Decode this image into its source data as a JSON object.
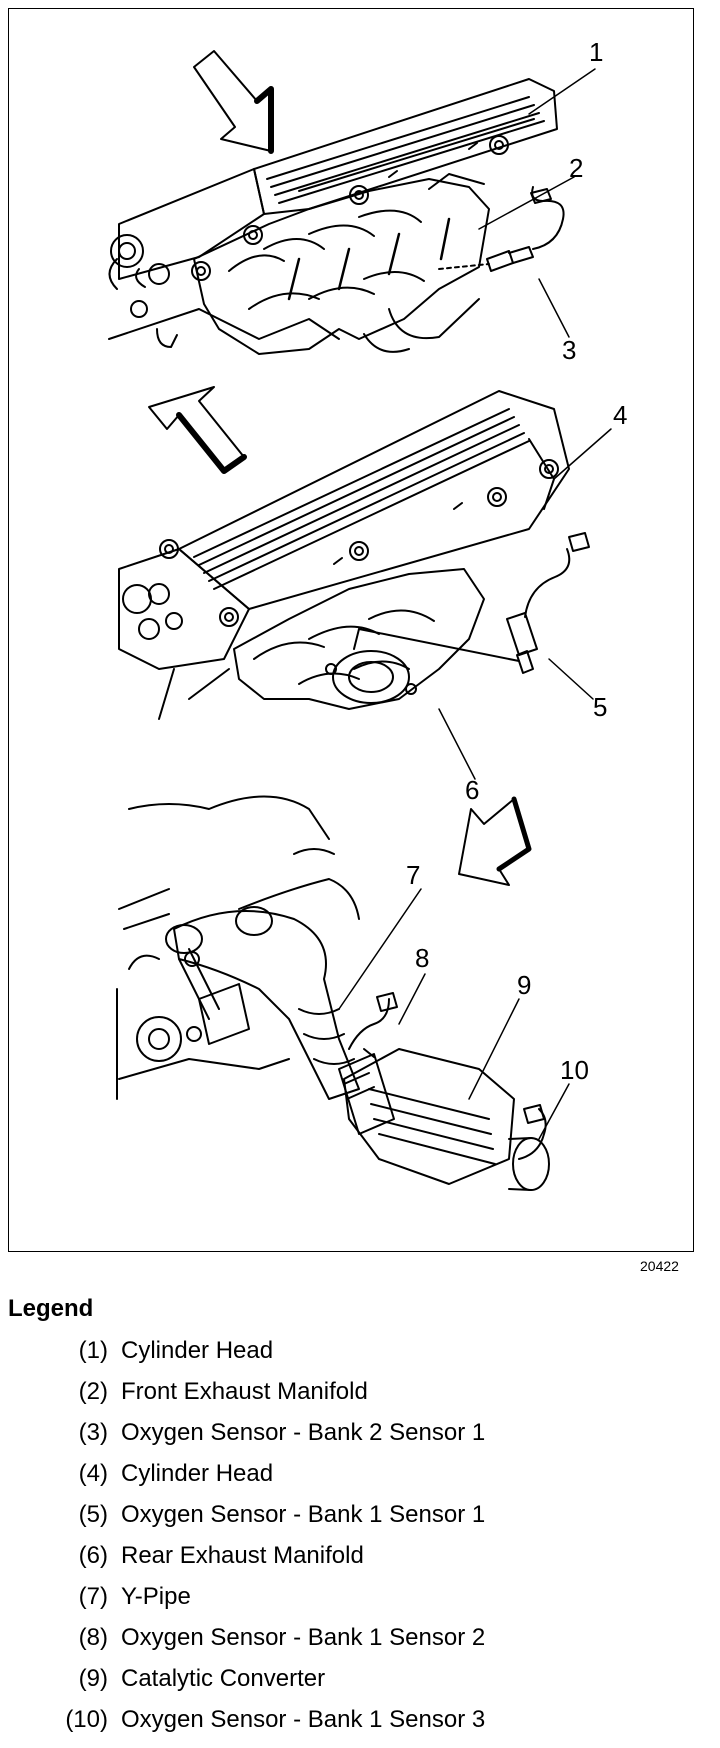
{
  "figure": {
    "callouts": [
      "1",
      "2",
      "3",
      "4",
      "5",
      "6",
      "7",
      "8",
      "9",
      "10"
    ],
    "figure_number": "20422"
  },
  "legend": {
    "title": "Legend",
    "items": [
      {
        "num": "(1)",
        "text": "Cylinder Head"
      },
      {
        "num": "(2)",
        "text": "Front Exhaust Manifold"
      },
      {
        "num": "(3)",
        "text": "Oxygen Sensor - Bank 2 Sensor 1"
      },
      {
        "num": "(4)",
        "text": "Cylinder Head"
      },
      {
        "num": "(5)",
        "text": "Oxygen Sensor - Bank 1 Sensor 1"
      },
      {
        "num": "(6)",
        "text": "Rear Exhaust Manifold"
      },
      {
        "num": "(7)",
        "text": "Y-Pipe"
      },
      {
        "num": "(8)",
        "text": "Oxygen Sensor - Bank 1 Sensor 2"
      },
      {
        "num": "(9)",
        "text": "Catalytic Converter"
      },
      {
        "num": "(10)",
        "text": "Oxygen Sensor - Bank 1 Sensor 3"
      }
    ]
  }
}
